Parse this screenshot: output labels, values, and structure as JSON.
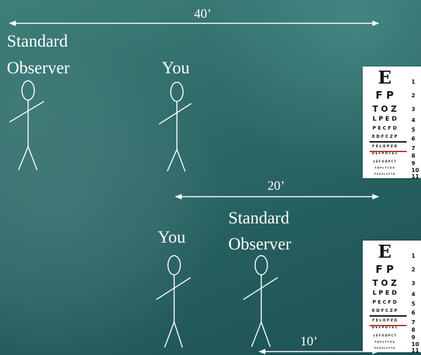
{
  "top_scene": {
    "distance_label": "40’",
    "standard_observer_label_line1": "Standard",
    "standard_observer_label_line2": "Observer",
    "you_label": "You",
    "middle_distance_label": "20’"
  },
  "bottom_scene": {
    "you_label": "You",
    "standard_observer_label_line1": "Standard",
    "standard_observer_label_line2": "Observer",
    "distance_label": "10’"
  },
  "eye_chart": {
    "rows": [
      {
        "letters": "E",
        "number": "1"
      },
      {
        "letters": "F P",
        "number": "2"
      },
      {
        "letters": "T O Z",
        "number": "3"
      },
      {
        "letters": "L P E D",
        "number": "4"
      },
      {
        "letters": "P E C F D",
        "number": "5"
      },
      {
        "letters": "E D F C Z P",
        "number": "6"
      },
      {
        "letters": "F E L O P Z D",
        "number": "7"
      },
      {
        "letters": "D E F P O T E C",
        "number": "8"
      },
      {
        "letters": "L E F O D P C T",
        "number": "9"
      },
      {
        "letters": "F D P L T C E O",
        "number": "10"
      },
      {
        "letters": "P E Z O L C F T D",
        "number": "11"
      }
    ],
    "bar_colors": [
      "#111111",
      "#c0392b"
    ]
  },
  "colors": {
    "background": "#2a6565",
    "figure_stroke": "#ffffff",
    "text": "#ffffff"
  }
}
